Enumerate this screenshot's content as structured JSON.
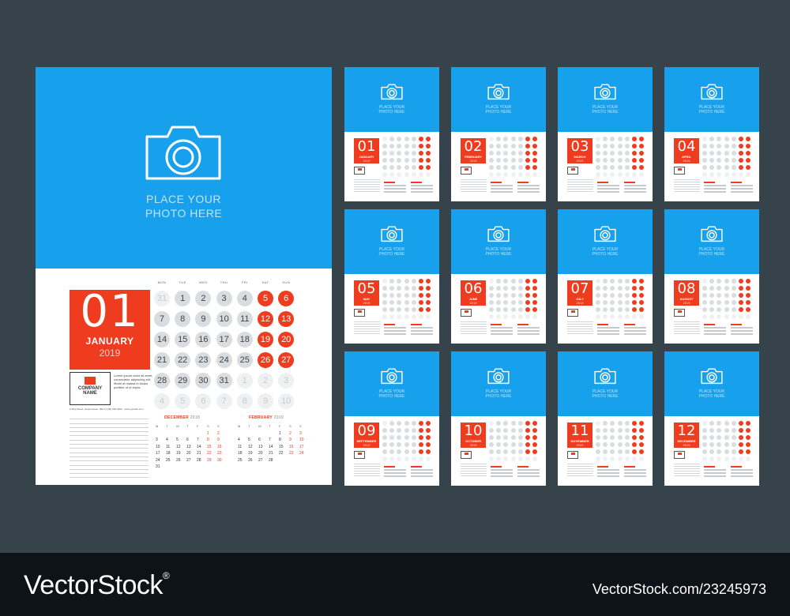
{
  "photo_placeholder": [
    "PLACE YOUR",
    "PHOTO HERE"
  ],
  "main": {
    "month_number": "01",
    "month_name": "JANUARY",
    "year": "2019",
    "weekdays": [
      "MON",
      "TUE",
      "WED",
      "THU",
      "FRI",
      "SAT",
      "SUN"
    ],
    "days": [
      {
        "n": "31",
        "s": "ghost"
      },
      {
        "n": "1",
        "s": ""
      },
      {
        "n": "2",
        "s": ""
      },
      {
        "n": "3",
        "s": ""
      },
      {
        "n": "4",
        "s": ""
      },
      {
        "n": "5",
        "s": "red"
      },
      {
        "n": "6",
        "s": "red"
      },
      {
        "n": "7",
        "s": ""
      },
      {
        "n": "8",
        "s": ""
      },
      {
        "n": "9",
        "s": ""
      },
      {
        "n": "10",
        "s": ""
      },
      {
        "n": "11",
        "s": ""
      },
      {
        "n": "12",
        "s": "red"
      },
      {
        "n": "13",
        "s": "red"
      },
      {
        "n": "14",
        "s": ""
      },
      {
        "n": "15",
        "s": ""
      },
      {
        "n": "16",
        "s": ""
      },
      {
        "n": "17",
        "s": ""
      },
      {
        "n": "18",
        "s": ""
      },
      {
        "n": "19",
        "s": "red"
      },
      {
        "n": "20",
        "s": "red"
      },
      {
        "n": "21",
        "s": ""
      },
      {
        "n": "22",
        "s": ""
      },
      {
        "n": "23",
        "s": ""
      },
      {
        "n": "24",
        "s": ""
      },
      {
        "n": "25",
        "s": ""
      },
      {
        "n": "26",
        "s": "red"
      },
      {
        "n": "27",
        "s": "red"
      },
      {
        "n": "28",
        "s": ""
      },
      {
        "n": "29",
        "s": ""
      },
      {
        "n": "30",
        "s": ""
      },
      {
        "n": "31",
        "s": ""
      },
      {
        "n": "1",
        "s": "ghost"
      },
      {
        "n": "2",
        "s": "ghost"
      },
      {
        "n": "3",
        "s": "ghost"
      },
      {
        "n": "4",
        "s": "ghost"
      },
      {
        "n": "5",
        "s": "ghost"
      },
      {
        "n": "6",
        "s": "ghost"
      },
      {
        "n": "7",
        "s": "ghost"
      },
      {
        "n": "8",
        "s": "ghost"
      },
      {
        "n": "9",
        "s": "ghost"
      },
      {
        "n": "10",
        "s": "ghost"
      }
    ],
    "company_name": [
      "COMPANY",
      "NAME"
    ],
    "company_text": "Lorem ipsum dolor sit amet, consectetur adipiscing elit. Morbi at massa in lectus porttitor ut ut turpis.",
    "address": "0 Ship Street, Great Ocean, 000 +1 (00) 000 0000 · www.yoursite.com",
    "mini_months": [
      {
        "name": "DECEMBER",
        "year": "2018",
        "header": [
          "M",
          "T",
          "W",
          "T",
          "F",
          "S",
          "S"
        ],
        "cells": [
          "",
          "",
          "",
          "",
          "",
          "1",
          "2",
          "3",
          "4",
          "5",
          "6",
          "7",
          "8",
          "9",
          "10",
          "11",
          "12",
          "13",
          "14",
          "15",
          "16",
          "17",
          "18",
          "19",
          "20",
          "21",
          "22",
          "23",
          "24",
          "25",
          "26",
          "27",
          "28",
          "29",
          "30",
          "31",
          "",
          "",
          "",
          "",
          "",
          ""
        ]
      },
      {
        "name": "FEBRUARY",
        "year": "2019",
        "header": [
          "M",
          "T",
          "W",
          "T",
          "F",
          "S",
          "S"
        ],
        "cells": [
          "",
          "",
          "",
          "",
          "1",
          "2",
          "3",
          "4",
          "5",
          "6",
          "7",
          "8",
          "9",
          "10",
          "11",
          "12",
          "13",
          "14",
          "15",
          "16",
          "17",
          "18",
          "19",
          "20",
          "21",
          "22",
          "23",
          "24",
          "25",
          "26",
          "27",
          "28",
          "",
          "",
          ""
        ]
      }
    ]
  },
  "thumbs": [
    {
      "num": "01",
      "name": "JANUARY",
      "year": "2019"
    },
    {
      "num": "02",
      "name": "FEBRUARY",
      "year": "2019"
    },
    {
      "num": "03",
      "name": "MARCH",
      "year": "2019"
    },
    {
      "num": "04",
      "name": "APRIL",
      "year": "2019"
    },
    {
      "num": "05",
      "name": "MAY",
      "year": "2019"
    },
    {
      "num": "06",
      "name": "JUNE",
      "year": "2019"
    },
    {
      "num": "07",
      "name": "JULY",
      "year": "2019"
    },
    {
      "num": "08",
      "name": "AUGUST",
      "year": "2019"
    },
    {
      "num": "09",
      "name": "SEPTEMBER",
      "year": "2019"
    },
    {
      "num": "10",
      "name": "OCTOBER",
      "year": "2019"
    },
    {
      "num": "11",
      "name": "NOVEMBER",
      "year": "2019"
    },
    {
      "num": "12",
      "name": "DECEMBER",
      "year": "2019"
    }
  ],
  "watermark": {
    "brand": "VectorStock",
    "reg": "®",
    "image_id": "VectorStock.com/23245973"
  },
  "colors": {
    "blue": "#17a1ec",
    "red": "#ef3b1e",
    "background": "#37434a"
  }
}
